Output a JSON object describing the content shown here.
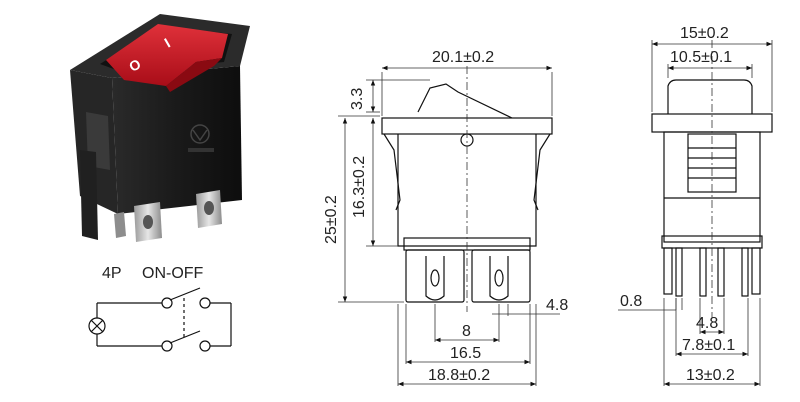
{
  "colors": {
    "rocker_red": "#c8121f",
    "housing_black": "#161616",
    "line": "#111111"
  },
  "photo": {
    "rocker_on_mark": "I",
    "rocker_off_mark": "O"
  },
  "schematic": {
    "pins_label": "4P",
    "mode_label": "ON-OFF"
  },
  "front_view": {
    "top_width": "20.1±0.2",
    "rocker_height": "3.3",
    "body_height": "16.3±0.2",
    "total_height": "25±0.2",
    "terminal_width": "4.8",
    "terminal_pitch": "8",
    "terminal_span": "16.5",
    "base_width": "18.8±0.2"
  },
  "side_view": {
    "top_width": "15±0.2",
    "rocker_width": "10.5±0.1",
    "terminal_thickness": "0.8",
    "terminal_width": "4.8",
    "terminal_span": "7.8±0.1",
    "base_width": "13±0.2"
  }
}
